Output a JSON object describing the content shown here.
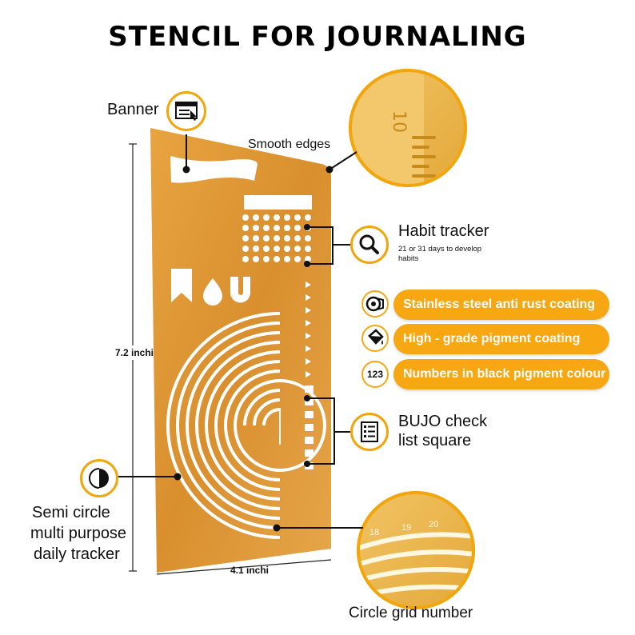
{
  "title": "STENCIL FOR JOURNALING",
  "labels": {
    "banner": "Banner",
    "smooth_edges": "Smooth edges",
    "habit_tracker": "Habit tracker",
    "habit_tracker_sub": "21 or 31 days to develop habits",
    "bujo_line1": "BUJO check",
    "bujo_line2": "list square",
    "semi_line1": "Semi circle",
    "semi_line2": "multi purpose",
    "semi_line3": "daily tracker",
    "circle_grid": "Circle grid number",
    "height": "7.2 inchi",
    "width": "4.1 inchi"
  },
  "features": [
    {
      "icon": "tape-roll-icon",
      "text": "Stainless steel anti rust coating"
    },
    {
      "icon": "paint-bucket-icon",
      "text": "High - grade pigment coating"
    },
    {
      "icon": "numbers-icon",
      "icon_text": "123",
      "text": "Numbers in black pigment colour"
    }
  ],
  "zoom_numbers": [
    "18",
    "19",
    "20"
  ],
  "colors": {
    "accent": "#f6a712",
    "stencil": "#e09a3a"
  }
}
